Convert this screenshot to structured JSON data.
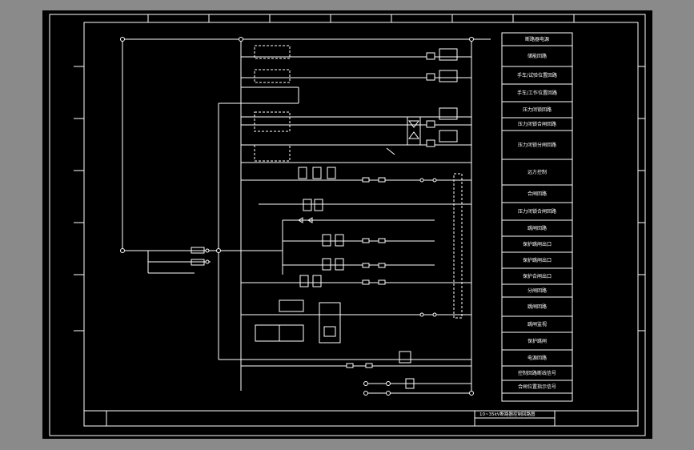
{
  "title_block": {
    "drawing_title": "10~35kV断路器控制回路图"
  },
  "legend_rows": [
    "断路器电源",
    "储能回路",
    "手车/试验位置回路",
    "手车/工作位置回路",
    "压力闭锁回路",
    "压力闭锁合闸回路",
    "压力闭锁分闸回路",
    "远方控制",
    "合闸回路",
    "压力闭锁合闸回路",
    "跳闸回路",
    "保护跳闸出口",
    "保护跳闸出口",
    "保护合闸出口",
    "分闸回路",
    "跳闸回路",
    "跳闸监视",
    "保护跳闸",
    "电源回路",
    "控制回路断线信号",
    "合闸位置指示信号"
  ],
  "colors": {
    "sheet": "#000000",
    "line": "#ffffff",
    "page": "#8a8a8a"
  }
}
